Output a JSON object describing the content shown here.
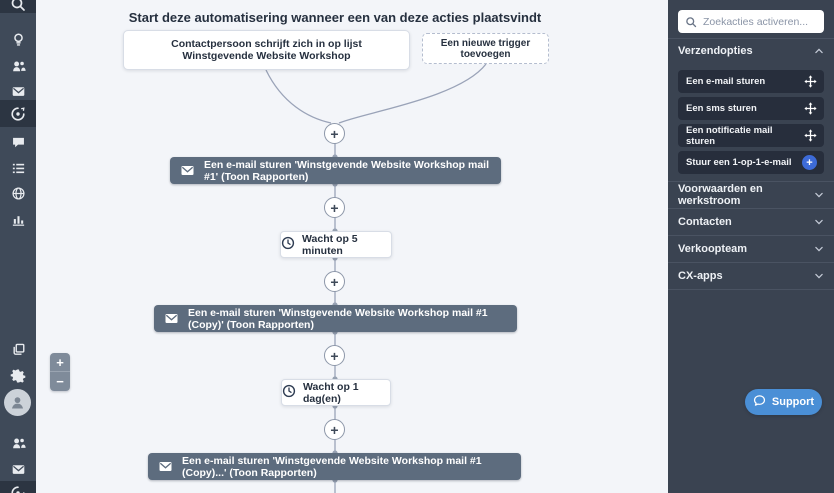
{
  "canvas": {
    "title": "Start deze automatisering wanneer een van deze acties plaatsvindt",
    "triggers": [
      {
        "label": "Contactpersoon schrijft zich in op lijst Winstgevende Website Workshop"
      },
      {
        "label": "Een nieuwe trigger toevoegen"
      }
    ],
    "steps": [
      {
        "type": "email",
        "label": "Een e-mail sturen 'Winstgevende Website Workshop mail #1' (Toon Rapporten)"
      },
      {
        "type": "wait",
        "label": "Wacht op 5 minuten"
      },
      {
        "type": "email",
        "label": "Een e-mail sturen 'Winstgevende Website Workshop mail #1 (Copy)' (Toon Rapporten)"
      },
      {
        "type": "wait",
        "label": "Wacht op 1 dag(en)"
      },
      {
        "type": "email",
        "label": "Een e-mail sturen 'Winstgevende Website Workshop mail #1 (Copy)...' (Toon Rapporten)"
      }
    ],
    "plus": "+",
    "zoom": {
      "in": "+",
      "out": "−"
    }
  },
  "left_nav": {
    "icons": [
      "search",
      "lightbulb",
      "contacts",
      "email",
      "automation",
      "chat",
      "list",
      "globe",
      "reports",
      "cards",
      "settings",
      "avatar",
      "contacts",
      "email",
      "automation"
    ]
  },
  "right_panel": {
    "search": {
      "placeholder": "Zoekacties activeren..."
    },
    "sections": [
      {
        "label": "Verzendopties",
        "expanded": true,
        "items": [
          {
            "label": "Een e-mail sturen",
            "icon": "move"
          },
          {
            "label": "Een sms sturen",
            "icon": "move"
          },
          {
            "label": "Een notificatie mail sturen",
            "icon": "move"
          },
          {
            "label": "Stuur een 1-op-1-e-mail",
            "icon": "plus-badge"
          }
        ]
      },
      {
        "label": "Voorwaarden en werkstroom",
        "expanded": false
      },
      {
        "label": "Contacten",
        "expanded": false
      },
      {
        "label": "Verkoopteam",
        "expanded": false
      },
      {
        "label": "CX-apps",
        "expanded": false
      }
    ],
    "support_label": "Support"
  },
  "colors": {
    "accent_blue": "#3d6bd8",
    "support_blue": "#4a8fd6",
    "bar_slate": "#5d6c7e",
    "left_sidebar": "#3f4a59",
    "right_sidebar": "#3a4351",
    "canvas_bg": "#f3f5f9",
    "connector": "#9aa3b8"
  }
}
